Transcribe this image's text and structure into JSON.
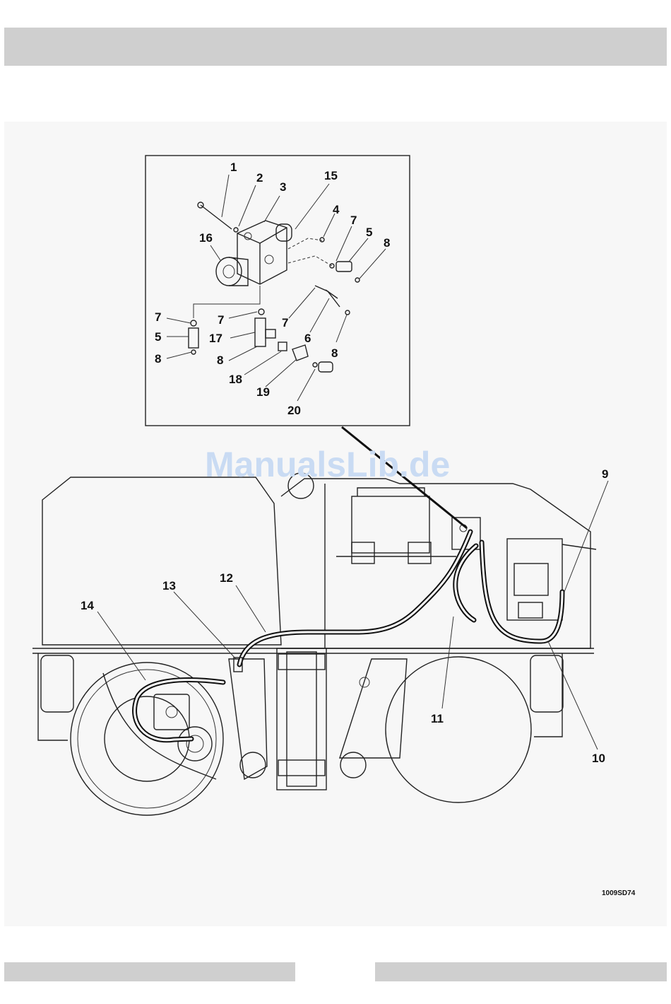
{
  "watermark": "ManualsLib.de",
  "figure_ref": "1009SD74",
  "detail_callouts": [
    "1",
    "2",
    "3",
    "15",
    "4",
    "7",
    "5",
    "8",
    "16",
    "7",
    "7",
    "5",
    "17",
    "8",
    "8",
    "7",
    "6",
    "8",
    "18",
    "19",
    "20"
  ],
  "main_callouts": [
    "9",
    "12",
    "13",
    "14",
    "11",
    "10"
  ]
}
